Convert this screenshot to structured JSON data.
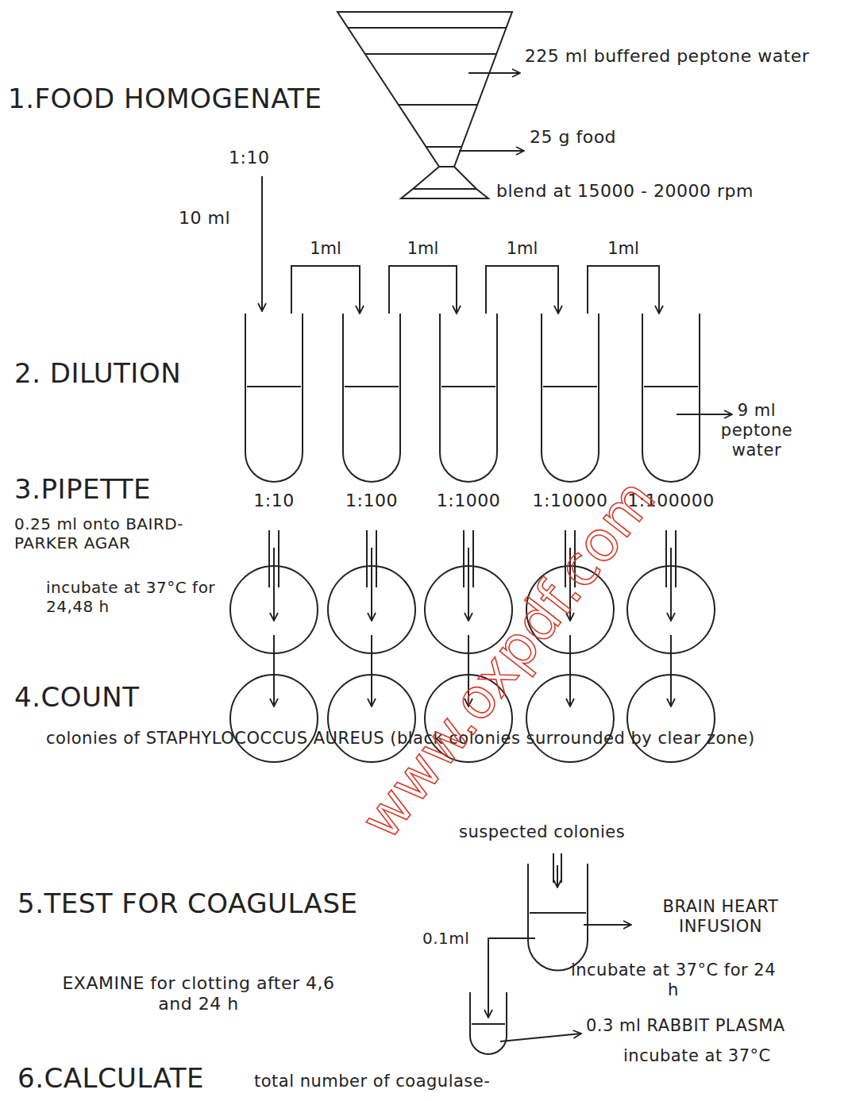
{
  "diagram": {
    "nodes": [
      {
        "text": [
          "1:10"
        ]
      },
      {
        "text": [
          "1:100"
        ]
      },
      {
        "text": [
          "1:1000"
        ]
      },
      {
        "text": [
          "1:10000"
        ]
      },
      {
        "text": [
          "1:100000"
        ]
      }
    ],
    "edges": [
      {
        "from": 0,
        "to": 1,
        "label": "1ml",
        "arrow": "to"
      },
      {
        "from": 1,
        "to": 2,
        "label": "1ml",
        "arrow": "to"
      },
      {
        "from": 2,
        "to": 3,
        "label": "1ml",
        "arrow": "to"
      },
      {
        "from": 3,
        "to": 4,
        "label": "1ml",
        "arrow": "to"
      }
    ],
    "labels": [
      "1.FOOD HOMOGENATE",
      "225 ml buffered peptone water",
      "25 g food",
      "blend at 15000 - 20000 rpm",
      "1:10",
      "10 ml",
      "2. DILUTION",
      "9 ml peptone water",
      "3.PIPETTE",
      "0.25 ml onto BAIRD-PARKER AGAR",
      "incubate at 37°C for 24,48 h",
      "4.COUNT",
      "colonies of STAPHYLOCOCCUS AUREUS (black colonies surrounded by clear zone)",
      "suspected colonies",
      "5.TEST FOR COAGULASE",
      "BRAIN HEART INFUSION",
      "incubate at 37°C for 24 h",
      "0.1ml",
      "EXAMINE for clotting after 4,6 and 24 h",
      "0.3 ml RABBIT PLASMA",
      "incubate at 37°C",
      "6.CALCULATE",
      "total number of coagulase-",
      "www.oxpdf.com"
    ]
  }
}
